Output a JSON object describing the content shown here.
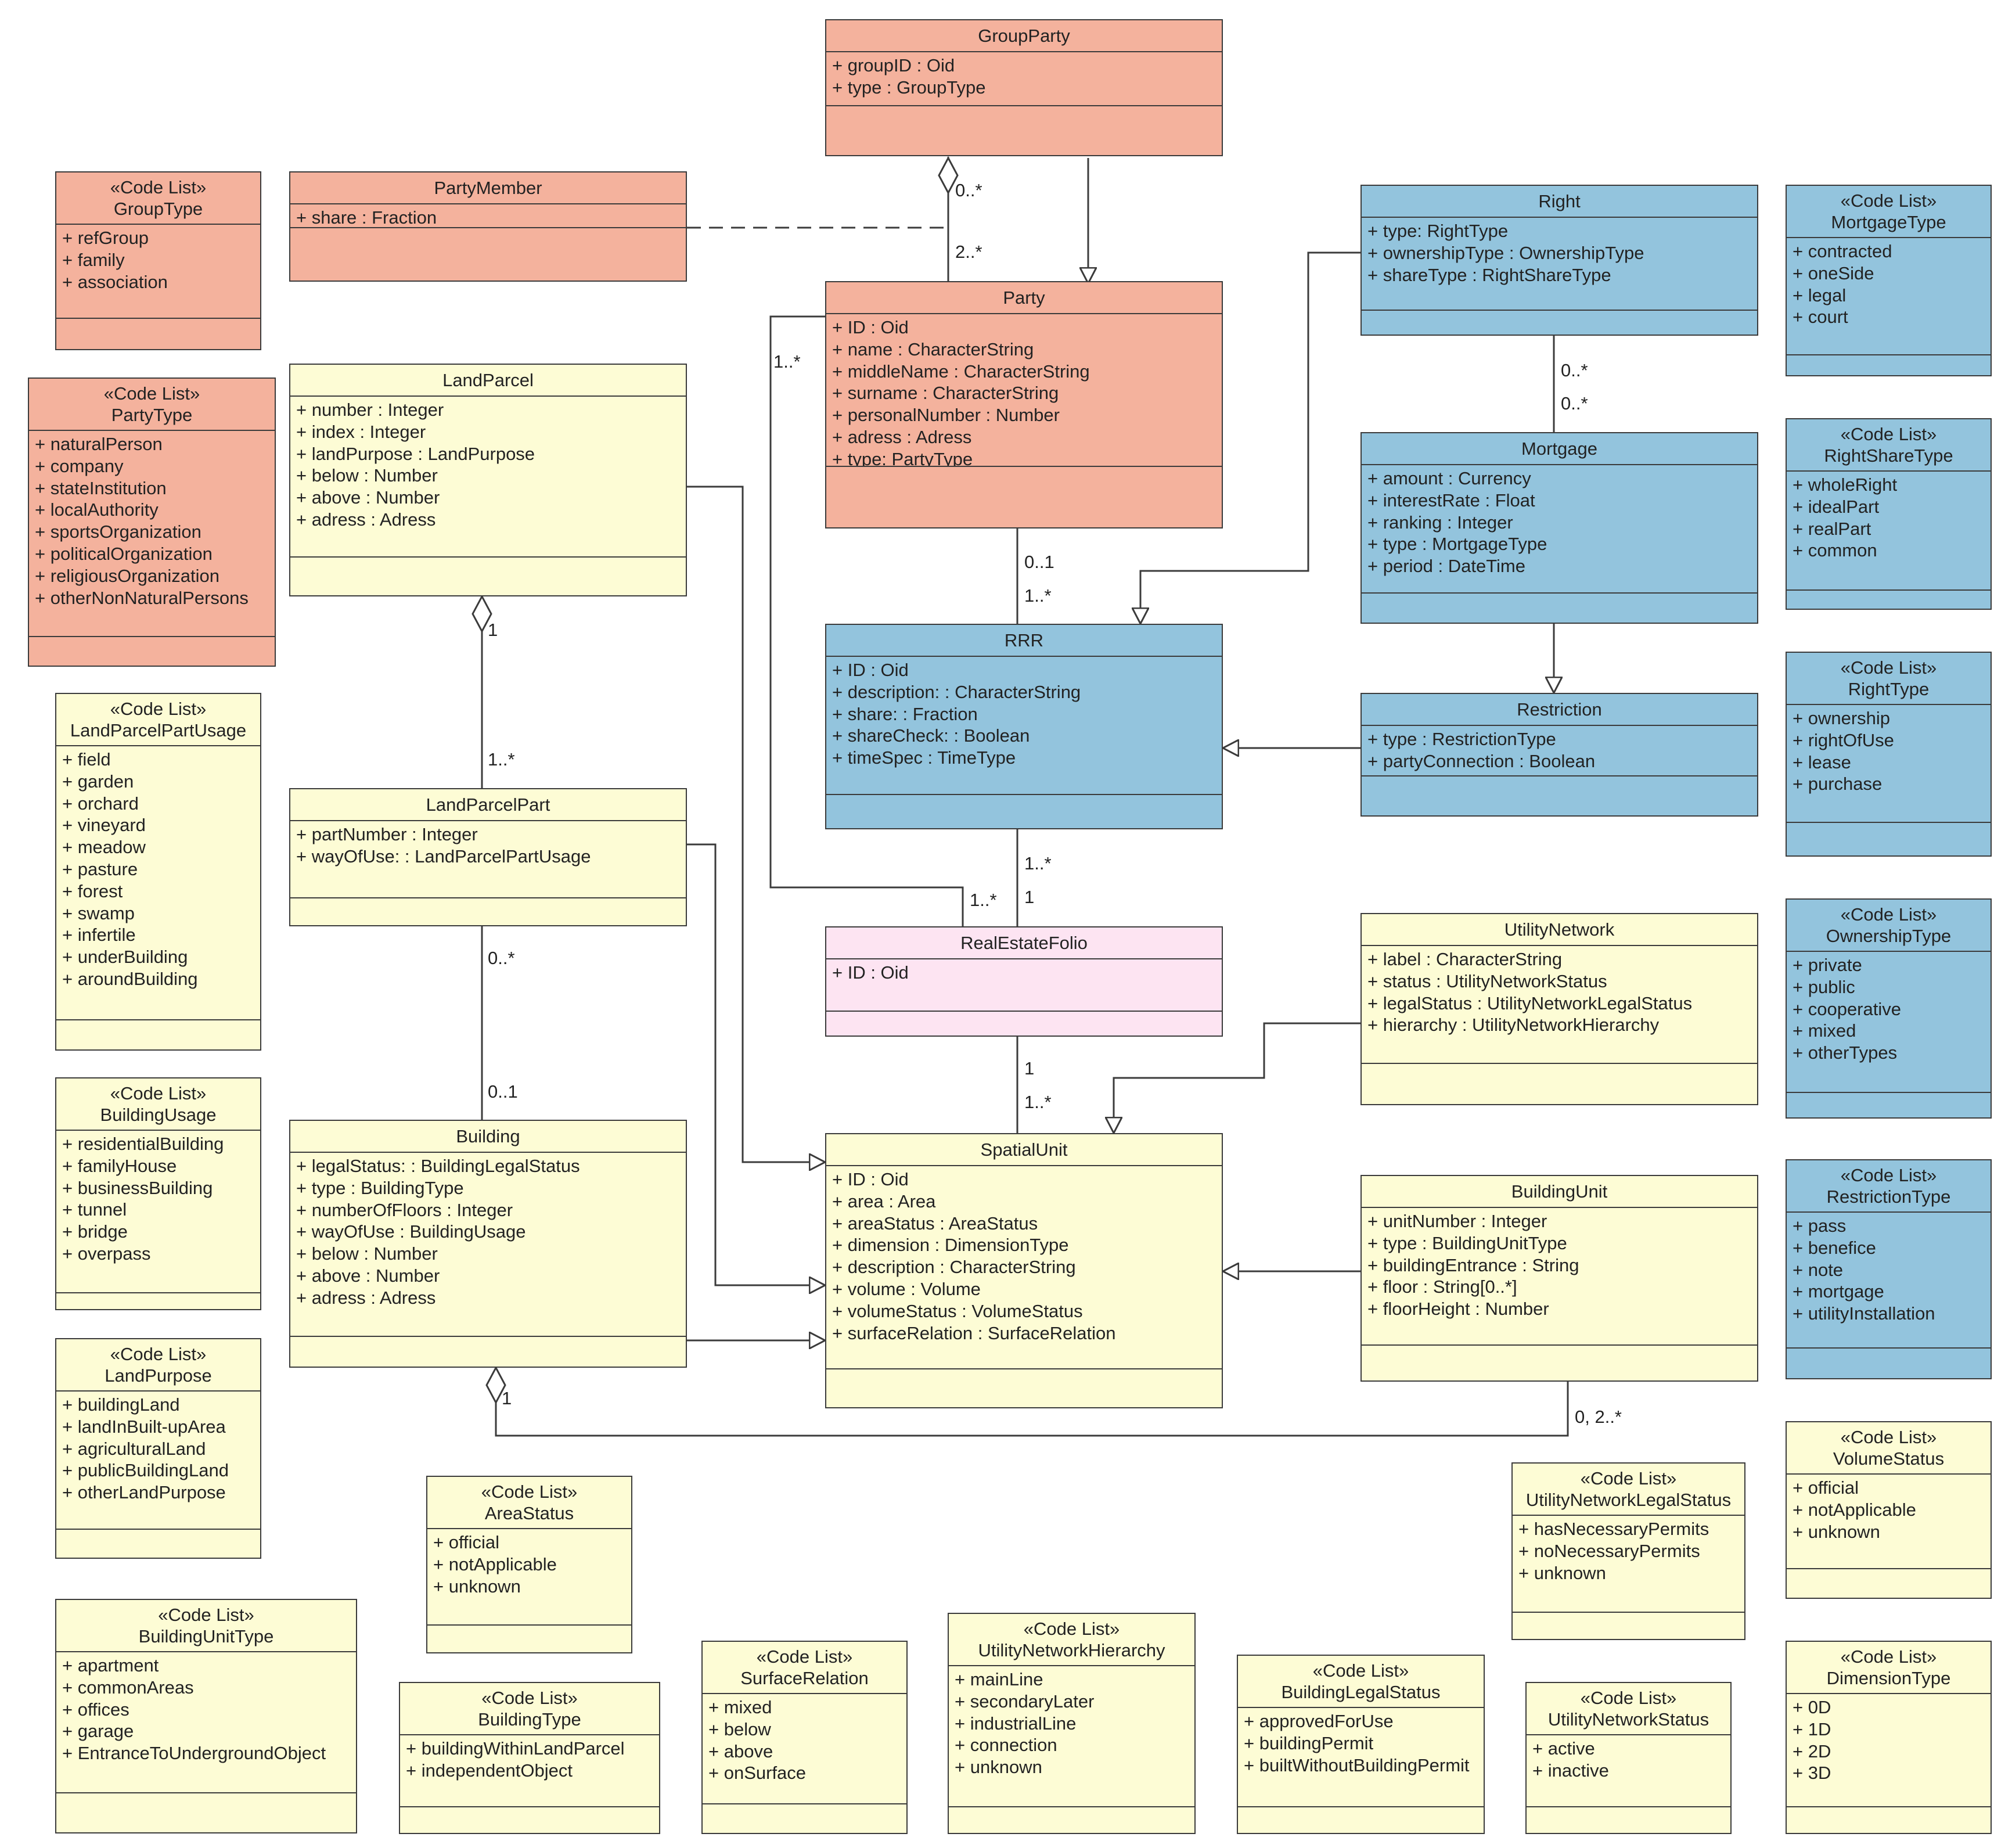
{
  "colors": {
    "party": "#f4b29d",
    "rights": "#93c4dd",
    "spatial": "#fdfcd5",
    "folio": "#fde4f2",
    "border": "#3b3b3b",
    "line": "#3b3b3b"
  },
  "classes": {
    "GroupParty": {
      "name": "GroupParty",
      "stereotype": "",
      "attributes": [
        "+ groupID : Oid",
        "+ type : GroupType"
      ]
    },
    "PartyMember": {
      "name": "PartyMember",
      "stereotype": "",
      "attributes": [
        "+ share : Fraction"
      ]
    },
    "Party": {
      "name": "Party",
      "stereotype": "",
      "attributes": [
        "+ ID : Oid",
        "+ name : CharacterString",
        "+ middleName : CharacterString",
        "+ surname : CharacterString",
        "+ personalNumber : Number",
        "+ adress : Adress",
        "+ type: PartyType"
      ]
    },
    "GroupType": {
      "name": "GroupType",
      "stereotype": "«Code List»",
      "attributes": [
        "+ refGroup",
        "+ family",
        "+ association"
      ]
    },
    "PartyType": {
      "name": "PartyType",
      "stereotype": "«Code List»",
      "attributes": [
        "+ naturalPerson",
        "+ company",
        "+ stateInstitution",
        "+ localAuthority",
        "+ sportsOrganization",
        "+ politicalOrganization",
        "+ religiousOrganization",
        "+ otherNonNaturalPersons"
      ]
    },
    "Right": {
      "name": "Right",
      "stereotype": "",
      "attributes": [
        "+ type: RightType",
        "+ ownershipType : OwnershipType",
        "+ shareType : RightShareType"
      ]
    },
    "Mortgage": {
      "name": "Mortgage",
      "stereotype": "",
      "attributes": [
        "+ amount : Currency",
        "+ interestRate : Float",
        "+ ranking : Integer",
        "+ type : MortgageType",
        "+ period : DateTime"
      ]
    },
    "Restriction": {
      "name": "Restriction",
      "stereotype": "",
      "attributes": [
        "+ type : RestrictionType",
        "+ partyConnection : Boolean"
      ]
    },
    "RRR": {
      "name": "RRR",
      "stereotype": "",
      "attributes": [
        "+ ID : Oid",
        "+ description: : CharacterString",
        "+ share: : Fraction",
        "+ shareCheck: : Boolean",
        "+ timeSpec : TimeType"
      ]
    },
    "MortgageType": {
      "name": "MortgageType",
      "stereotype": "«Code List»",
      "attributes": [
        "+ contracted",
        "+ oneSide",
        "+ legal",
        "+ court"
      ]
    },
    "RightShareType": {
      "name": "RightShareType",
      "stereotype": "«Code List»",
      "attributes": [
        "+ wholeRight",
        "+ idealPart",
        "+ realPart",
        "+ common"
      ]
    },
    "RightType": {
      "name": "RightType",
      "stereotype": "«Code List»",
      "attributes": [
        "+ ownership",
        "+ rightOfUse",
        "+ lease",
        "+ purchase"
      ]
    },
    "OwnershipType": {
      "name": "OwnershipType",
      "stereotype": "«Code List»",
      "attributes": [
        "+ private",
        "+ public",
        "+ cooperative",
        "+ mixed",
        "+ otherTypes"
      ]
    },
    "RestrictionType": {
      "name": "RestrictionType",
      "stereotype": "«Code List»",
      "attributes": [
        "+ pass",
        "+ benefice",
        "+ note",
        "+ mortgage",
        "+ utilityInstallation"
      ]
    },
    "LandParcel": {
      "name": "LandParcel",
      "stereotype": "",
      "attributes": [
        "+ number : Integer",
        "+ index : Integer",
        "+ landPurpose : LandPurpose",
        "+ below : Number",
        "+ above : Number",
        "+ adress : Adress"
      ]
    },
    "LandParcelPart": {
      "name": "LandParcelPart",
      "stereotype": "",
      "attributes": [
        "+ partNumber : Integer",
        "+ wayOfUse: : LandParcelPartUsage"
      ]
    },
    "Building": {
      "name": "Building",
      "stereotype": "",
      "attributes": [
        "+ legalStatus: : BuildingLegalStatus",
        "+ type : BuildingType",
        "+ numberOfFloors : Integer",
        "+ wayOfUse : BuildingUsage",
        "+ below : Number",
        "+ above : Number",
        "+ adress : Adress"
      ]
    },
    "RealEstateFolio": {
      "name": "RealEstateFolio",
      "stereotype": "",
      "attributes": [
        "+ ID : Oid"
      ]
    },
    "SpatialUnit": {
      "name": "SpatialUnit",
      "stereotype": "",
      "attributes": [
        "+ ID : Oid",
        "+ area : Area",
        "+ areaStatus : AreaStatus",
        "+ dimension : DimensionType",
        "+ description : CharacterString",
        "+ volume : Volume",
        "+ volumeStatus : VolumeStatus",
        "+ surfaceRelation : SurfaceRelation"
      ]
    },
    "UtilityNetwork": {
      "name": "UtilityNetwork",
      "stereotype": "",
      "attributes": [
        "+ label : CharacterString",
        "+ status : UtilityNetworkStatus",
        "+ legalStatus : UtilityNetworkLegalStatus",
        "+ hierarchy : UtilityNetworkHierarchy"
      ]
    },
    "BuildingUnit": {
      "name": "BuildingUnit",
      "stereotype": "",
      "attributes": [
        "+ unitNumber : Integer",
        "+ type : BuildingUnitType",
        "+ buildingEntrance : String",
        "+ floor : String[0..*]",
        "+ floorHeight : Number"
      ]
    },
    "LandParcelPartUsage": {
      "name": "LandParcelPartUsage",
      "stereotype": "«Code List»",
      "attributes": [
        "+ field",
        "+ garden",
        "+ orchard",
        "+ vineyard",
        "+ meadow",
        "+ pasture",
        "+ forest",
        "+ swamp",
        "+ infertile",
        "+ underBuilding",
        "+ aroundBuilding"
      ]
    },
    "BuildingUsage": {
      "name": "BuildingUsage",
      "stereotype": "«Code List»",
      "attributes": [
        "+ residentialBuilding",
        "+ familyHouse",
        "+ businessBuilding",
        "+ tunnel",
        "+ bridge",
        "+ overpass"
      ]
    },
    "LandPurpose": {
      "name": "LandPurpose",
      "stereotype": "«Code List»",
      "attributes": [
        "+ buildingLand",
        "+ landInBuilt-upArea",
        "+ agriculturalLand",
        "+ publicBuildingLand",
        "+ otherLandPurpose"
      ]
    },
    "BuildingUnitType": {
      "name": "BuildingUnitType",
      "stereotype": "«Code List»",
      "attributes": [
        "+ apartment",
        "+ commonAreas",
        "+ offices",
        "+ garage",
        "+ EntranceToUndergroundObject"
      ]
    },
    "AreaStatus": {
      "name": "AreaStatus",
      "stereotype": "«Code List»",
      "attributes": [
        "+ official",
        "+ notApplicable",
        "+ unknown"
      ]
    },
    "BuildingType": {
      "name": "BuildingType",
      "stereotype": "«Code List»",
      "attributes": [
        "+ buildingWithinLandParcel",
        "+ independentObject"
      ]
    },
    "SurfaceRelation": {
      "name": "SurfaceRelation",
      "stereotype": "«Code List»",
      "attributes": [
        "+ mixed",
        "+ below",
        "+ above",
        "+ onSurface"
      ]
    },
    "UtilityNetworkHierarchy": {
      "name": "UtilityNetworkHierarchy",
      "stereotype": "«Code List»",
      "attributes": [
        "+ mainLine",
        "+ secondaryLater",
        "+ industrialLine",
        "+ connection",
        "+ unknown"
      ]
    },
    "BuildingLegalStatus": {
      "name": "BuildingLegalStatus",
      "stereotype": "«Code List»",
      "attributes": [
        "+ approvedForUse",
        "+ buildingPermit",
        "+ builtWithoutBuildingPermit"
      ]
    },
    "UtilityNetworkStatus": {
      "name": "UtilityNetworkStatus",
      "stereotype": "«Code List»",
      "attributes": [
        "+ active",
        "+ inactive"
      ]
    },
    "UtilityNetworkLegalStatus": {
      "name": "UtilityNetworkLegalStatus",
      "stereotype": "«Code List»",
      "attributes": [
        "+ hasNecessaryPermits",
        "+ noNecessaryPermits",
        "+ unknown"
      ]
    },
    "VolumeStatus": {
      "name": "VolumeStatus",
      "stereotype": "«Code List»",
      "attributes": [
        "+ official",
        "+ notApplicable",
        "+ unknown"
      ]
    },
    "DimensionType": {
      "name": "DimensionType",
      "stereotype": "«Code List»",
      "attributes": [
        "+ 0D",
        "+ 1D",
        "+ 2D",
        "+ 3D"
      ]
    }
  },
  "multiplicities": {
    "group_party_end": "0..*",
    "group_member_end": "2..*",
    "party_folio_party_end": "1..*",
    "folio_party_end": "1..*",
    "party_rrr_party_end": "0..1",
    "party_rrr_rrr_end": "1..*",
    "right_mortgage_right_end": "0..*",
    "right_mortgage_mortgage_end": "0..*",
    "rrr_folio_rrr_end": "1..*",
    "rrr_folio_folio_end": "1",
    "folio_spatial_folio_end": "1",
    "folio_spatial_spatial_end": "1..*",
    "landparcel_part_whole_end": "1",
    "landparcel_part_part_end": "1..*",
    "part_building_part_end": "0..*",
    "part_building_building_end": "0..1",
    "building_unit_building_end": "1",
    "building_unit_unit_end": "0, 2..*"
  }
}
